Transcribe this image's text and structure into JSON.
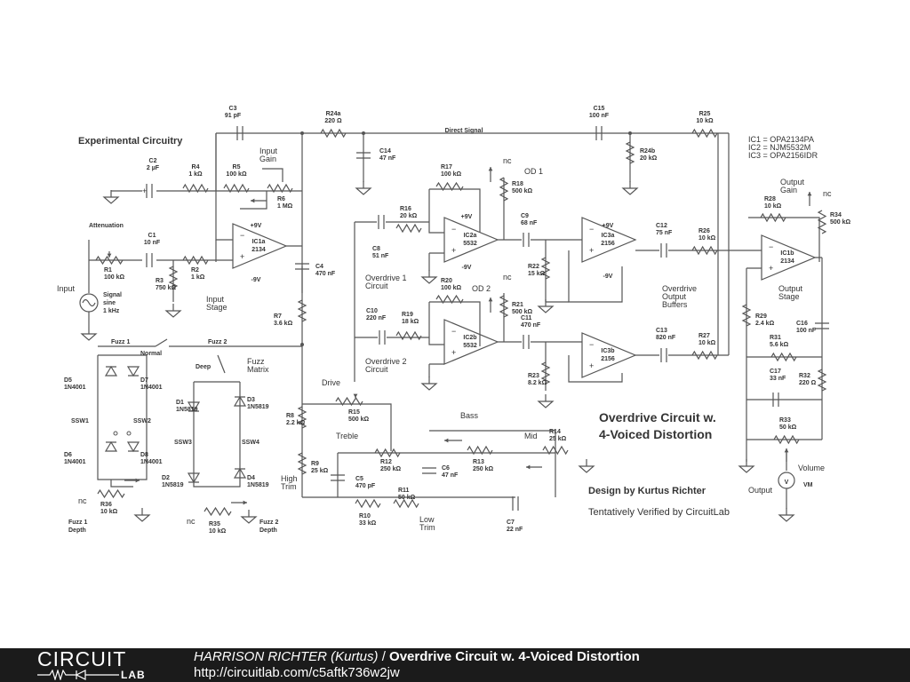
{
  "schematic": {
    "title": "Overdrive Circuit w. 4-Voiced Distortion",
    "title_line1": "Overdrive Circuit w.",
    "title_line2": "4-Voiced Distortion",
    "designer": "Design by Kurtus Richter",
    "verified": "Tentatively Verified by CircuitLab",
    "ic_notes": [
      "IC1 = OPA2134PA",
      "IC2 = NJM5532M",
      "IC3 = OPA2156IDR"
    ],
    "section_labels": {
      "experimental": "Experimental Circuitry",
      "input_stage": [
        "Input",
        "Stage"
      ],
      "input_gain": [
        "Input",
        "Gain"
      ],
      "direct_signal": "Direct Signal",
      "od1": "OD 1",
      "od2": "OD 2",
      "overdrive1": [
        "Overdrive 1",
        "Circuit"
      ],
      "overdrive2": [
        "Overdrive 2",
        "Circuit"
      ],
      "output_buffers": [
        "Overdrive",
        "Output",
        "Buffers"
      ],
      "output_gain": [
        "Output",
        "Gain"
      ],
      "output_stage": [
        "Output",
        "Stage"
      ],
      "attenuation": "Attenuation",
      "input": "Input",
      "signal": [
        "Signal",
        "sine",
        "1 kHz"
      ],
      "fuzz1": "Fuzz 1",
      "fuzz2": "Fuzz 2",
      "normal": "Normal",
      "deep": "Deep",
      "fuzz_matrix": [
        "Fuzz",
        "Matrix"
      ],
      "fuzz1_depth": [
        "Fuzz 1",
        "Depth"
      ],
      "fuzz2_depth": [
        "Fuzz 2",
        "Depth"
      ],
      "drive": "Drive",
      "treble": "Treble",
      "bass": "Bass",
      "mid": "Mid",
      "high_trim": [
        "High",
        "Trim"
      ],
      "low_trim": [
        "Low",
        "Trim"
      ],
      "volume": "Volume",
      "output": "Output",
      "vm": "VM",
      "nc": "nc"
    },
    "opamps": {
      "ic1a": {
        "name": "IC1a",
        "part": "2134",
        "vp": "+9V",
        "vn": "-9V"
      },
      "ic2a": {
        "name": "IC2a",
        "part": "5532",
        "vp": "+9V",
        "vn": "-9V"
      },
      "ic2b": {
        "name": "IC2b",
        "part": "5532"
      },
      "ic3a": {
        "name": "IC3a",
        "part": "2156",
        "vp": "+9V",
        "vn": "-9V"
      },
      "ic3b": {
        "name": "IC3b",
        "part": "2156"
      },
      "ic1b": {
        "name": "IC1b",
        "part": "2134"
      }
    },
    "components": {
      "C3": [
        "C3",
        "91 pF"
      ],
      "R24a": [
        "R24a",
        "220 Ω"
      ],
      "C15": [
        "C15",
        "100 nF"
      ],
      "R25": [
        "R25",
        "10 kΩ"
      ],
      "C14": [
        "C14",
        "47 nF"
      ],
      "R24b": [
        "R24b",
        "20 kΩ"
      ],
      "C2": [
        "C2",
        "2 µF"
      ],
      "R4": [
        "R4",
        "1 kΩ"
      ],
      "R5": [
        "R5",
        "100 kΩ"
      ],
      "R6": [
        "R6",
        "1 MΩ"
      ],
      "R17": [
        "R17",
        "100 kΩ"
      ],
      "R18": [
        "R18",
        "500 kΩ"
      ],
      "R16": [
        "R16",
        "20 kΩ"
      ],
      "C8": [
        "C8",
        "51 nF"
      ],
      "C9": [
        "C9",
        "68 nF"
      ],
      "C12": [
        "C12",
        "75 nF"
      ],
      "R26": [
        "R26",
        "10 kΩ"
      ],
      "R28": [
        "R28",
        "10 kΩ"
      ],
      "R34": [
        "R34",
        "500 kΩ"
      ],
      "C1": [
        "C1",
        "10 nF"
      ],
      "R1": [
        "R1",
        "100 kΩ"
      ],
      "R3": [
        "R3",
        "750 kΩ"
      ],
      "R2": [
        "R2",
        "1 kΩ"
      ],
      "C4": [
        "C4",
        "470 nF"
      ],
      "R22": [
        "R22",
        "15 kΩ"
      ],
      "R7": [
        "R7",
        "3.6 kΩ"
      ],
      "R20": [
        "R20",
        "100 kΩ"
      ],
      "R21": [
        "R21",
        "500 kΩ"
      ],
      "C10": [
        "C10",
        "220 nF"
      ],
      "R19": [
        "R19",
        "18 kΩ"
      ],
      "C11": [
        "C11",
        "470 nF"
      ],
      "C13": [
        "C13",
        "820 nF"
      ],
      "R27": [
        "R27",
        "10 kΩ"
      ],
      "R29": [
        "R29",
        "2.4 kΩ"
      ],
      "C16": [
        "C16",
        "100 nF"
      ],
      "R31": [
        "R31",
        "5.6 kΩ"
      ],
      "C17": [
        "C17",
        "33 nF"
      ],
      "R32": [
        "R32",
        "220 Ω"
      ],
      "R23": [
        "R23",
        "8.2 kΩ"
      ],
      "R33": [
        "R33",
        "50 kΩ"
      ],
      "D5": [
        "D5",
        "1N4001"
      ],
      "D7": [
        "D7",
        "1N4001"
      ],
      "D6": [
        "D6",
        "1N4001"
      ],
      "D8": [
        "D8",
        "1N4001"
      ],
      "D1": [
        "D1",
        "1N5819"
      ],
      "D3": [
        "D3",
        "1N5819"
      ],
      "D2": [
        "D2",
        "1N5819"
      ],
      "D4": [
        "D4",
        "1N5819"
      ],
      "R36": [
        "R36",
        "10 kΩ"
      ],
      "R35": [
        "R35",
        "10 kΩ"
      ],
      "R15": [
        "R15",
        "500 kΩ"
      ],
      "R8": [
        "R8",
        "2.2 kΩ"
      ],
      "R9": [
        "R9",
        "25 kΩ"
      ],
      "R12": [
        "R12",
        "250 kΩ"
      ],
      "R13": [
        "R13",
        "250 kΩ"
      ],
      "R14": [
        "R14",
        "25 kΩ"
      ],
      "C5": [
        "C5",
        "470 pF"
      ],
      "C6": [
        "C6",
        "47 nF"
      ],
      "R10": [
        "R10",
        "33 kΩ"
      ],
      "R11": [
        "R11",
        "50 kΩ"
      ],
      "C7": [
        "C7",
        "22 nF"
      ],
      "SSW1": [
        "SSW1"
      ],
      "SSW2": [
        "SSW2"
      ],
      "SSW3": [
        "SSW3"
      ],
      "SSW4": [
        "SSW4"
      ]
    }
  },
  "footer": {
    "logo_top": "CIRCUIT",
    "logo_bottom": "LAB",
    "author": "HARRISON RICHTER (Kurtus)",
    "separator": " / ",
    "title": "Overdrive Circuit w. 4-Voiced Distortion",
    "url": "http://circuitlab.com/c5aftk736w2jw"
  },
  "colors": {
    "wire": "#555555",
    "text": "#333333",
    "footer_bg": "#1b1b1b",
    "footer_text": "#ffffff"
  }
}
